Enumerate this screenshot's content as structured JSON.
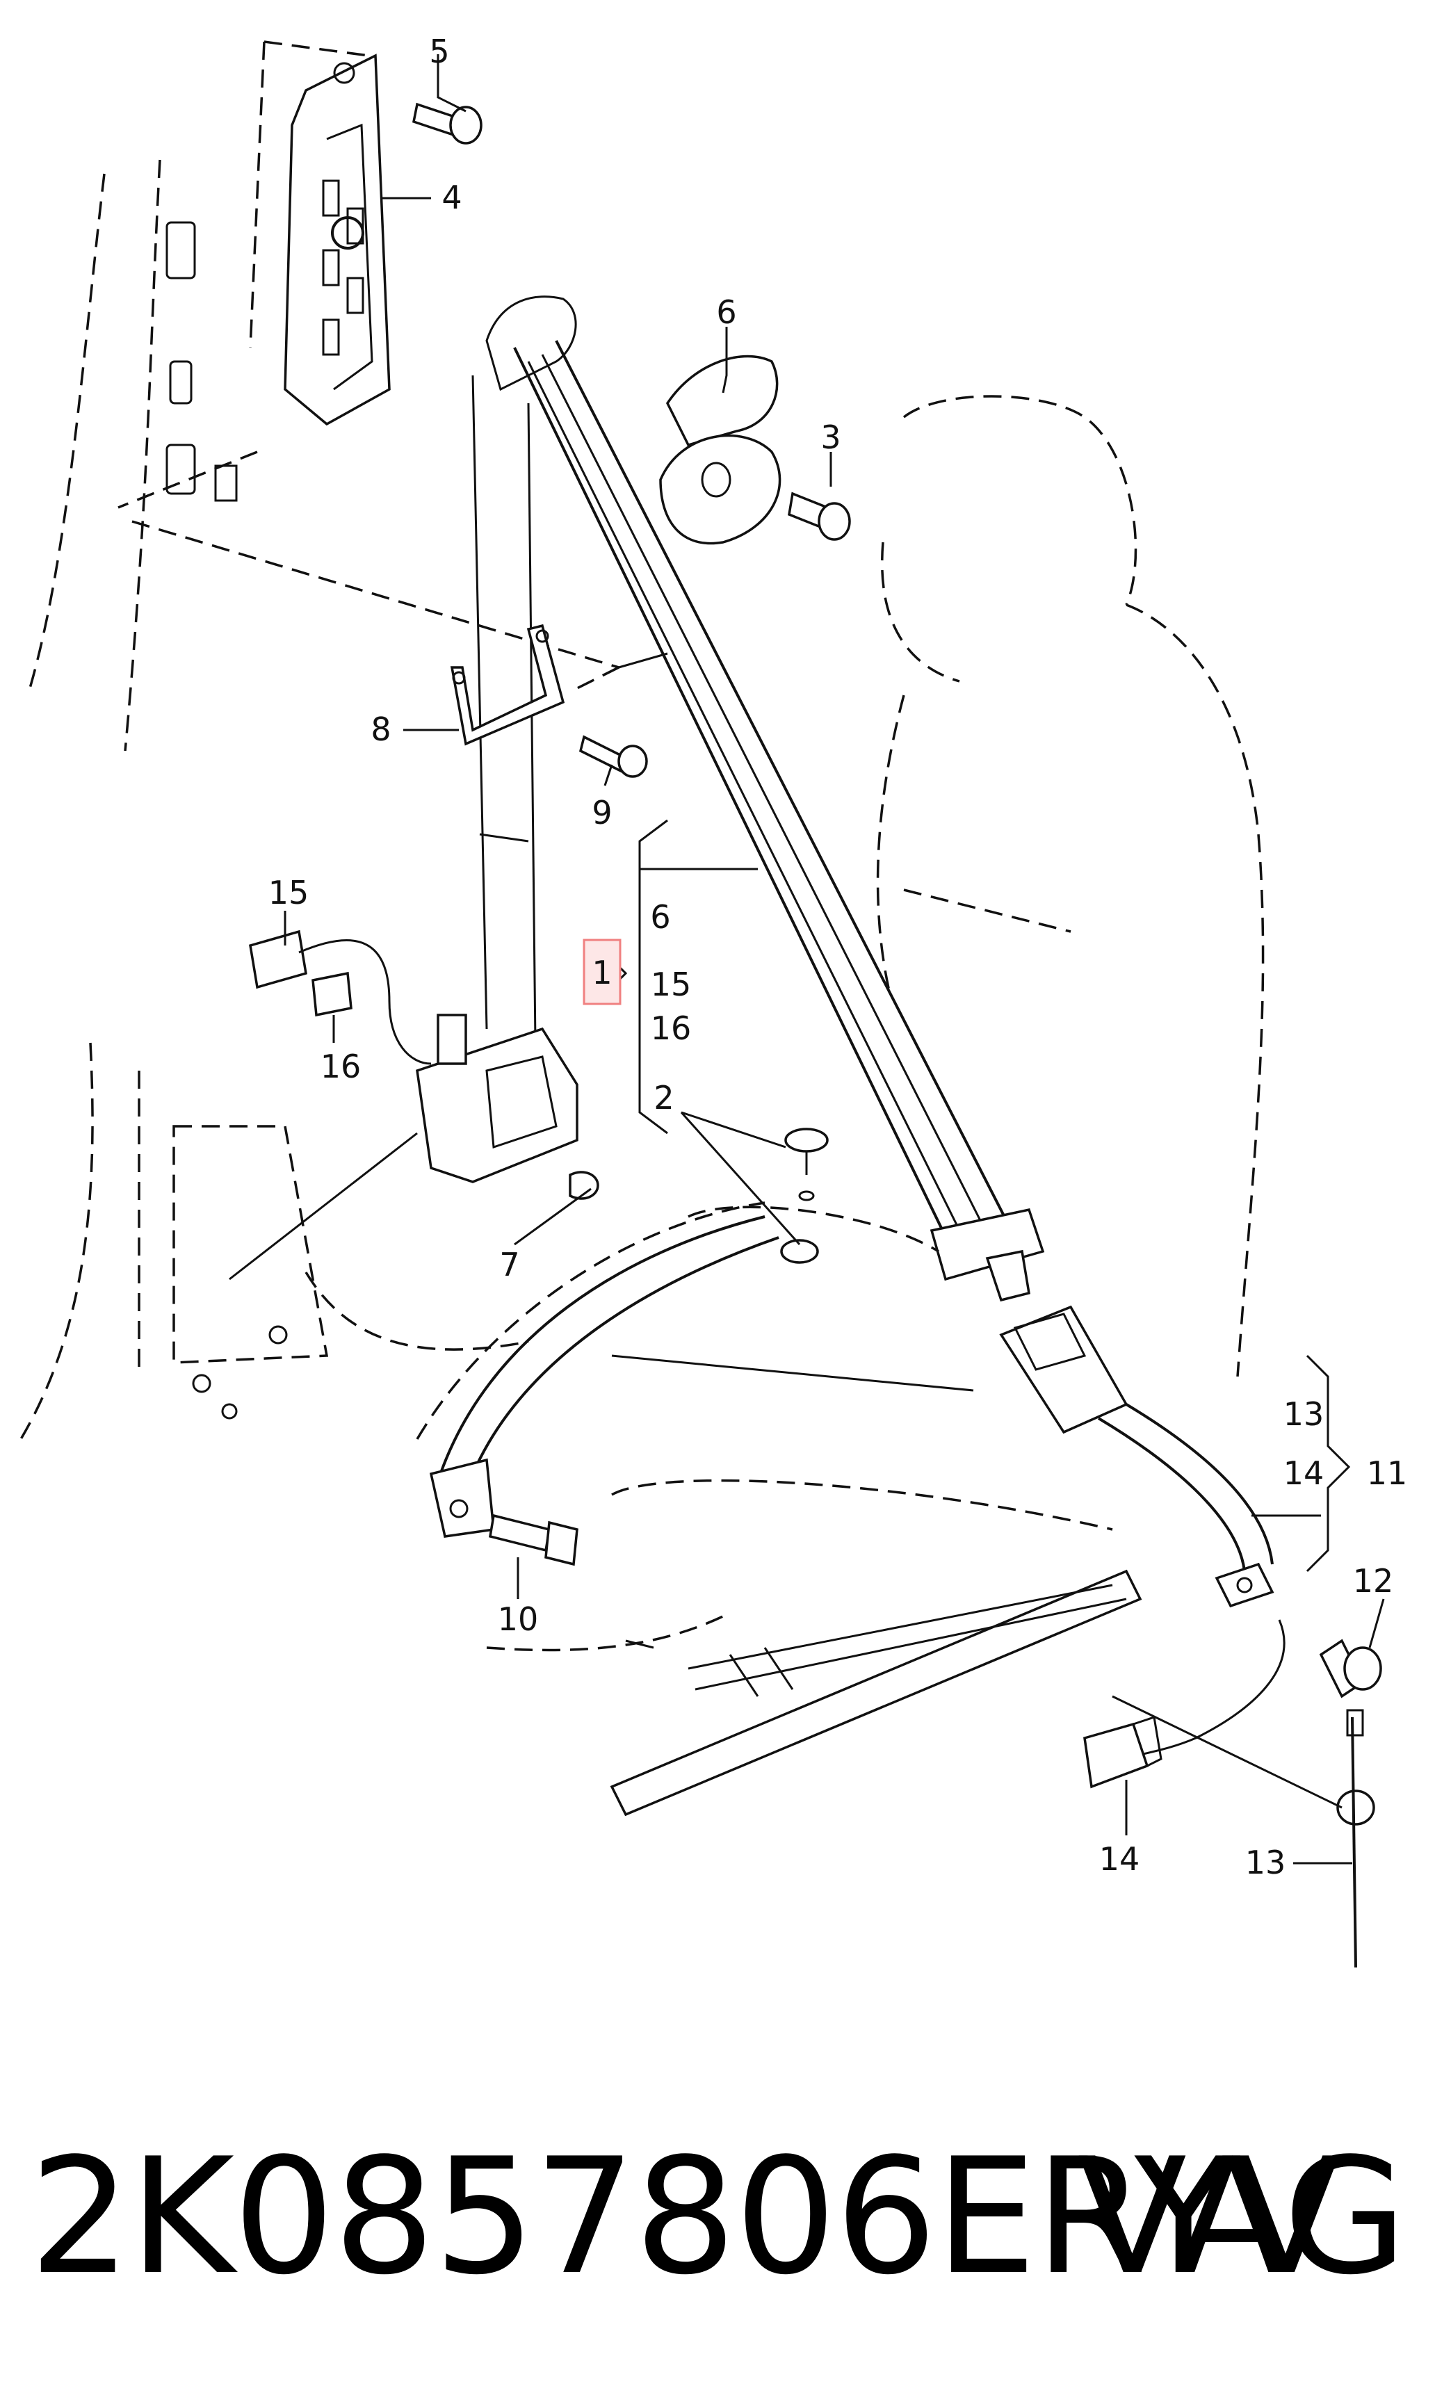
{
  "diagram": {
    "callouts": [
      {
        "id": "c1",
        "text": "1"
      },
      {
        "id": "c2",
        "text": "2"
      },
      {
        "id": "c3",
        "text": "3"
      },
      {
        "id": "c4",
        "text": "4"
      },
      {
        "id": "c5",
        "text": "5"
      },
      {
        "id": "c6a",
        "text": "6"
      },
      {
        "id": "c6b",
        "text": "6"
      },
      {
        "id": "c7",
        "text": "7"
      },
      {
        "id": "c8",
        "text": "8"
      },
      {
        "id": "c9",
        "text": "9"
      },
      {
        "id": "c10",
        "text": "10"
      },
      {
        "id": "c11",
        "text": "11"
      },
      {
        "id": "c12",
        "text": "12"
      },
      {
        "id": "c13a",
        "text": "13"
      },
      {
        "id": "c13b",
        "text": "13"
      },
      {
        "id": "c14a",
        "text": "14"
      },
      {
        "id": "c14b",
        "text": "14"
      },
      {
        "id": "c15a",
        "text": "15"
      },
      {
        "id": "c15b",
        "text": "15"
      },
      {
        "id": "c16a",
        "text": "16"
      },
      {
        "id": "c16b",
        "text": "16"
      }
    ],
    "highlight_color": "#f08080"
  },
  "footer": {
    "part_number": "2K0857806ERYV",
    "brand": "VAG"
  }
}
